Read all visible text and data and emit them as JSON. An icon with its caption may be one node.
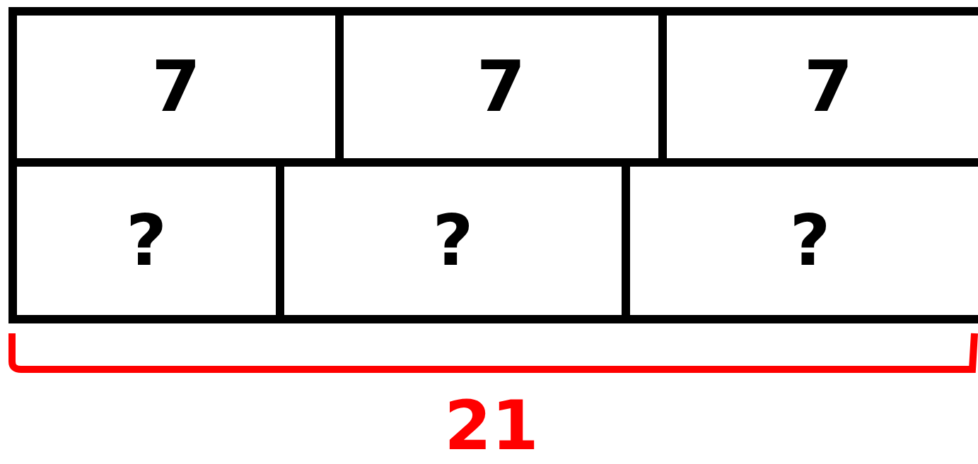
{
  "diagram": {
    "nodes": [
      {
        "text": [
          "7"
        ]
      },
      {
        "text": [
          "7"
        ]
      },
      {
        "text": [
          "7"
        ]
      },
      {
        "text": [
          "?"
        ]
      },
      {
        "text": [
          "?"
        ]
      },
      {
        "text": [
          "?"
        ]
      }
    ],
    "labels": [
      "21"
    ]
  }
}
